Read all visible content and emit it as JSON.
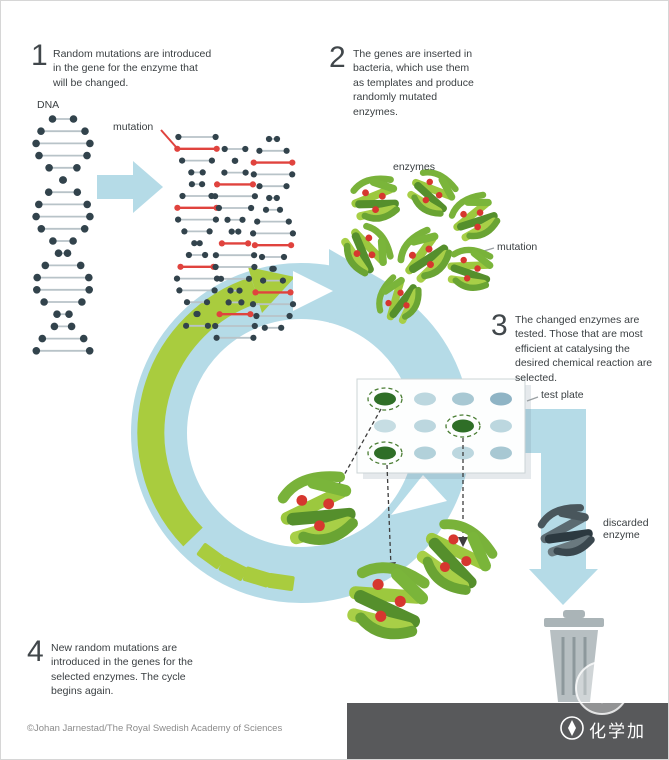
{
  "colors": {
    "cycle_blue": "#b5dbe7",
    "arrow_green": "#a9cc3e",
    "dna_dark": "#32434c",
    "mutation_red": "#e0433e",
    "enzyme_green_light": "#a8cf47",
    "enzyme_green_dark": "#558f2c",
    "selected_well_green": "#2f6e27",
    "well_blue": "#bcd7df",
    "footer_bg": "#58595b"
  },
  "steps": [
    {
      "num": "1",
      "text": "Random mutations are introduced in the gene for the enzyme that will be changed."
    },
    {
      "num": "2",
      "text": "The genes are inserted in bacteria, which use them as templates and produce randomly mutated enzymes."
    },
    {
      "num": "3",
      "text": "The changed enzymes are tested. Those that are most efficient at catalysing the desired chemical reaction are selected."
    },
    {
      "num": "4",
      "text": "New random mutations are introduced in the genes for the selected enzymes. The cycle begins again."
    }
  ],
  "labels": {
    "dna": "DNA",
    "mutation_top": "mutation",
    "enzymes": "enzymes",
    "mutation_right": "mutation",
    "test_plate": "test plate",
    "discarded_enzyme": "discarded enzyme"
  },
  "credit": "©Johan Jarnestad/The Royal Swedish Academy of Sciences",
  "watermark": {
    "brand": "化学加"
  }
}
